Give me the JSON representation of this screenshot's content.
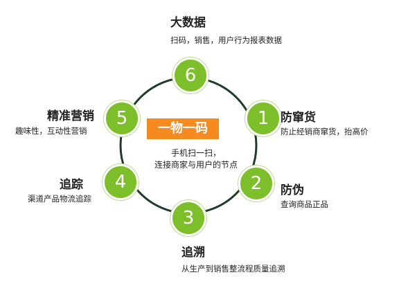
{
  "center": {
    "title": "一物一码",
    "line1": "手机扫一扫，",
    "line2": "连接商家与用户的节点"
  },
  "nodes": [
    {
      "num": "1",
      "title": "防窜货",
      "desc": "防止经销商窜货，抬高价"
    },
    {
      "num": "2",
      "title": "防伪",
      "desc": "查询商品正品"
    },
    {
      "num": "3",
      "title": "追溯",
      "desc": "从生产到销售整流程质量追溯"
    },
    {
      "num": "4",
      "title": "追踪",
      "desc": "渠道产品物流追踪"
    },
    {
      "num": "5",
      "title": "精准营销",
      "desc": "趣味性，互动性营销"
    },
    {
      "num": "6",
      "title": "大数据",
      "desc": "扫码，销售，用户行为报表数据"
    }
  ],
  "colors": {
    "node_fill": "#7dbf2b",
    "ring": "#1f3b2a",
    "banner": "#f58a20"
  }
}
